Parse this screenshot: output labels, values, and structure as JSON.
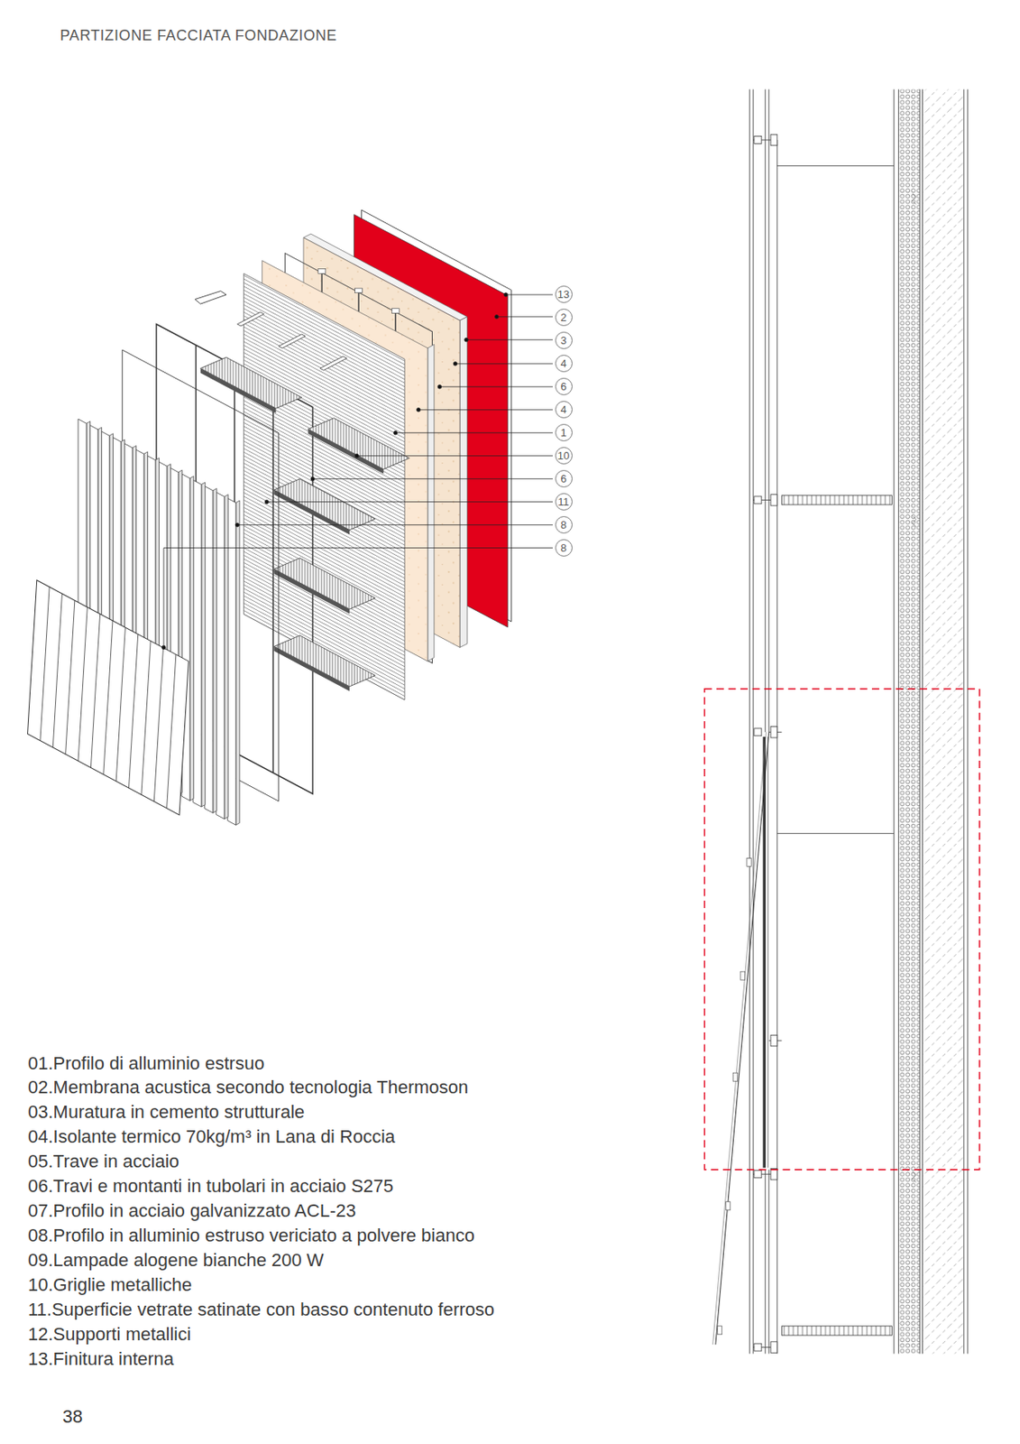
{
  "diagram": {
    "title": "PARTIZIONE FACCIATA FONDAZIONE",
    "labels": [
      "13",
      "2",
      "3",
      "4",
      "6",
      "4",
      "1",
      "10",
      "6",
      "11",
      "8",
      "8",
      "01.Profilo di alluminio estrsuo",
      "02.Membrana acustica secondo tecnologia Thermoson",
      "03.Muratura in cemento strutturale",
      "04.Isolante termico 70kg/m³ in Lana di Roccia",
      "05.Trave in acciaio",
      "06.Travi e montanti in tubolari in acciaio S275",
      "07.Profilo in acciaio galvanizzato ACL-23",
      "08.Profilo in alluminio estruso vericiato a polvere bianco",
      "09.Lampade alogene bianche 200 W",
      "10.Griglie metalliche",
      "11.Superficie vetrate satinate con basso contenuto ferroso",
      "12.Supporti metallici",
      "13.Finitura interna",
      "38"
    ]
  }
}
